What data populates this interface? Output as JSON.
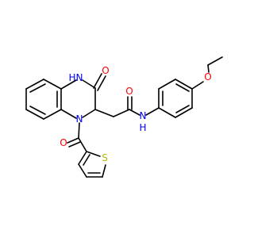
{
  "colors": {
    "bond": "#000000",
    "oxygen": "#ff0000",
    "nitrogen": "#0000ff",
    "sulfur": "#b8b800",
    "background": "#ffffff"
  },
  "atoms": {
    "nh_ring": {
      "element": "N",
      "text": "N",
      "h_text": "H"
    },
    "o_lactam": {
      "element": "O",
      "text": "O"
    },
    "o_amide": {
      "element": "O",
      "text": "O"
    },
    "nh_amide": {
      "element": "N",
      "text": "N",
      "h_text": "H"
    },
    "o_ether": {
      "element": "O",
      "text": "O"
    },
    "n_ring": {
      "element": "N",
      "text": "N"
    },
    "o_acyl": {
      "element": "O",
      "text": "O"
    },
    "s_thiophene": {
      "element": "S",
      "text": "S"
    }
  }
}
